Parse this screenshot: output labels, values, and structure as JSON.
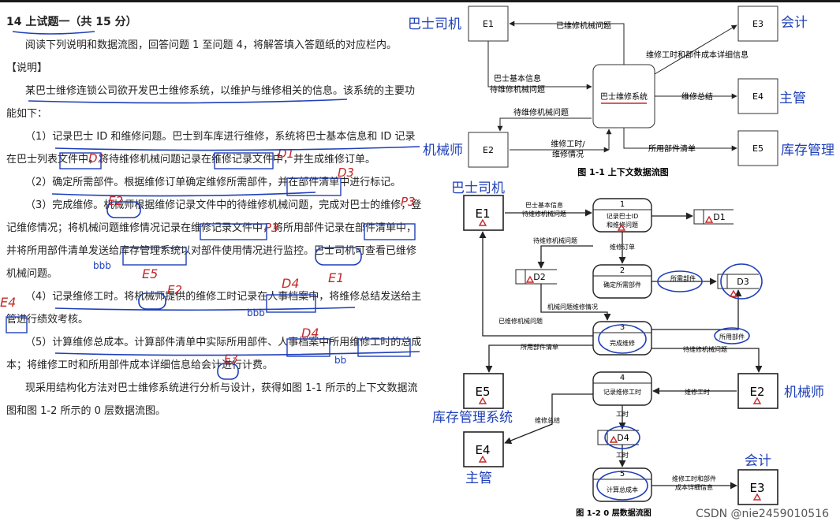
{
  "question": {
    "title": "14 上试题一（共 15 分）",
    "intro": "阅读下列说明和数据流图，回答问题 1 至问题 4，将解答填入答题纸的对应栏内。",
    "section_label": "【说明】",
    "paragraphs": [
      "某巴士维修连锁公司欲开发巴士维修系统，以维护与维修相关的信息。该系统的主要功能如下：",
      "（1）记录巴士 ID 和维修问题。巴士到车库进行维修，系统将巴士基本信息和 ID 记录在巴士列表文件中，将待维修机械问题记录在维修记录文件中，并生成维修订单。",
      "（2）确定所需部件。根据维修订单确定维修所需部件，并在部件清单中进行标记。",
      "（3）完成维修。机械师根据维修记录文件中的待维修机械问题，完成对巴士的维修，登记维修情况；将机械问题维修情况记录在维修记录文件中，将所用部件记录在部件清单中，并将所用部件清单发送给库存管理系统以对部件使用情况进行监控。巴士司机可查看已维修机械问题。",
      "（4）记录维修工时。将机械师提供的维修工时记录在人事档案中，将维修总结发送给主管进行绩效考核。",
      "（5）计算维修总成本。计算部件清单中实际所用部件、人事档案中所用维修工时的总成本；将维修工时和所用部件成本详细信息给会计进行计费。",
      "现采用结构化方法对巴士维修系统进行分析与设计，获得如图 1-1 所示的上下文数据流图和图 1-2 所示的 0 层数据流图。"
    ]
  },
  "handwriting": {
    "red": [
      "D1",
      "D1",
      "D3",
      "E2",
      "P3",
      "P3",
      "E5",
      "D4",
      "E1",
      "E4",
      "E2",
      "D4",
      "E3"
    ],
    "blue": [
      "bbb",
      "bbb",
      "bb"
    ]
  },
  "context_dfd": {
    "caption": "图 1-1  上下文数据流图",
    "center": "巴士维修系统",
    "entities": [
      {
        "id": "E1",
        "label": "巴士司机"
      },
      {
        "id": "E2",
        "label": "机械师"
      },
      {
        "id": "E3",
        "label": "会计"
      },
      {
        "id": "E4",
        "label": "主管"
      },
      {
        "id": "E5",
        "label": "库存管理"
      }
    ],
    "flows": {
      "f1": "已维修机械问题",
      "f2a": "巴士基本信息",
      "f2b": "待维修机械问题",
      "f3": "待维修机械问题",
      "f4a": "维修工时/",
      "f4b": "维修情况",
      "f5": "维修工时和部件成本详细信息",
      "f6": "维修总结",
      "f7": "所用部件清单"
    }
  },
  "level0_dfd": {
    "caption": "图 1-2 0 层数据流图",
    "entity_labels": {
      "e1": "巴士司机",
      "e2": "机械师",
      "e3": "会计",
      "e4": "主管",
      "e5": "库存管理系统"
    },
    "entity_ids": {
      "e1": "E1",
      "e2": "E2",
      "e3": "E3",
      "e4": "E4",
      "e5": "E5"
    },
    "processes": [
      {
        "num": "1",
        "l1": "记录巴士ID",
        "l2": "和维修问题"
      },
      {
        "num": "2",
        "l1": "确定所需部件",
        "l2": ""
      },
      {
        "num": "3",
        "l1": "完成维修",
        "l2": ""
      },
      {
        "num": "4",
        "l1": "记录维修工时",
        "l2": ""
      },
      {
        "num": "5",
        "l1": "计算总成本",
        "l2": ""
      }
    ],
    "stores": {
      "d1": "D1",
      "d2": "D2",
      "d3": "D3",
      "d4": "D4"
    },
    "flows": {
      "a1": "巴士基本信息",
      "a2": "待维修机械问题",
      "b": "维修订单",
      "c": "待维修机械问题",
      "d": "所需部件",
      "e": "机械问题维修情况",
      "f": "已维修机械问题",
      "g": "所用部件",
      "h": "所用部件清单",
      "i": "待维修机械问题",
      "j": "维修工时",
      "k": "维修总结",
      "l": "工时",
      "m": "工时",
      "n1": "维修工时和部件",
      "n2": "成本详细信息"
    }
  },
  "watermark": "CSDN @nie2459010516"
}
